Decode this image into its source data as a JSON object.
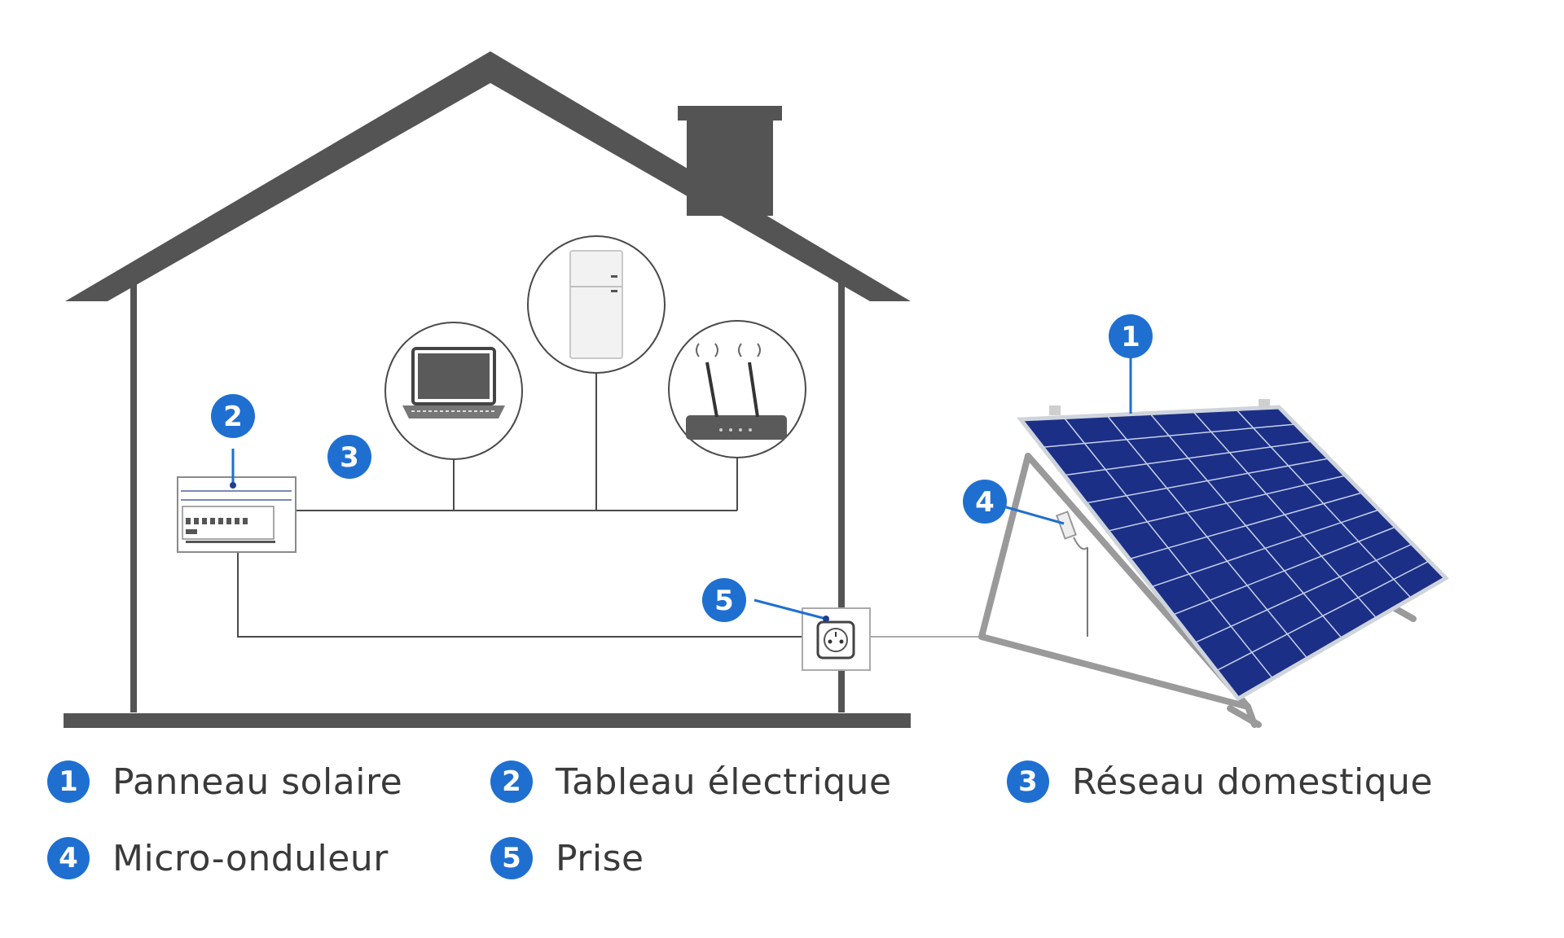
{
  "colors": {
    "house": "#545454",
    "badge": "#1f6fd1",
    "panel": "#1c2f86",
    "wire": "#4a4a4a",
    "frame": "#9a9a9a"
  },
  "callouts": [
    {
      "num": "1",
      "target": "solar-panel"
    },
    {
      "num": "2",
      "target": "electrical-board"
    },
    {
      "num": "3",
      "target": "home-network"
    },
    {
      "num": "4",
      "target": "micro-inverter"
    },
    {
      "num": "5",
      "target": "outlet"
    }
  ],
  "devices": [
    "laptop-icon",
    "fridge-icon",
    "router-icon"
  ],
  "legend": [
    {
      "num": "1",
      "label": "Panneau solaire"
    },
    {
      "num": "2",
      "label": "Tableau électrique"
    },
    {
      "num": "3",
      "label": "Réseau domestique"
    },
    {
      "num": "4",
      "label": "Micro-onduleur"
    },
    {
      "num": "5",
      "label": "Prise"
    }
  ]
}
